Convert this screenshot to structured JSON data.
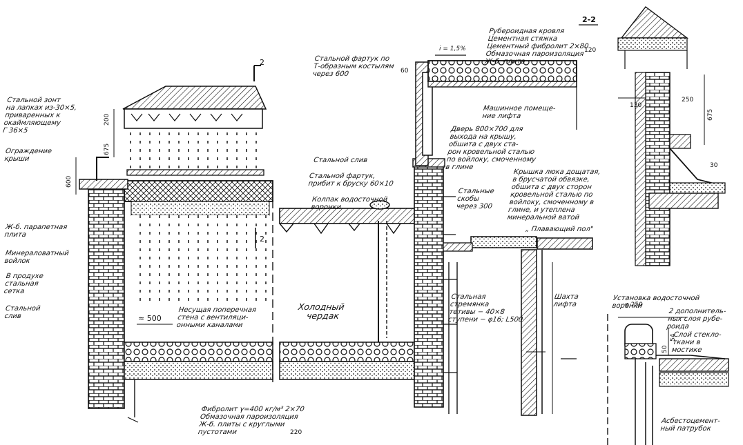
{
  "labels": {
    "steel_canopy": [
      "Стальной зонт",
      "на лапках из-30×5,",
      "приваренных к",
      "окаймляющему",
      "Г 36×5"
    ],
    "roof_guard": [
      "Ограждение",
      "крыши"
    ],
    "parapet_slab": [
      "Ж-б. парапетная",
      "плита"
    ],
    "mineral_felt": [
      "Минераловатный",
      "войлок"
    ],
    "in_cavity": [
      "В продухе",
      "стальная",
      "сетка"
    ],
    "steel_drip": [
      "Стальной",
      "слив"
    ],
    "bearing_wall": [
      "Несущая поперечная",
      "стена с вентиляци-",
      "онными каналами"
    ],
    "cold_attic": [
      "Холодный",
      "чердак"
    ],
    "fibrolite_bottom": [
      "Фибролит γ=400 кг/м³ 2×70",
      "Обмазочная пароизоляция",
      "Ж-б. плиты с круглыми",
      "пустотами"
    ],
    "steel_apron_top": [
      "Стальной фартук по",
      "Т-образным костылям",
      "через 600"
    ],
    "roof_layers": [
      "Рубероидная кровля",
      "Цементная стяжка",
      "Цементный фибролит 2×80",
      "Обмазочная пароизоляция",
      "Ж-б. плита"
    ],
    "machine_room": [
      "Машинное помеще-",
      "ние лифта"
    ],
    "door": [
      "Дверь 800×700 для",
      "выхода на крышу,",
      "обшита с двух ста-",
      "рон кровельной сталью",
      "по войлоку, смоченному",
      "в глине"
    ],
    "steel_drip_mid": [
      "Стальной слив"
    ],
    "steel_apron_mid": [
      "Стальной фартук,",
      "прибит к бруску 60×10"
    ],
    "drain_cap": [
      "Колпак водосточной",
      "воронки"
    ],
    "steel_brackets": [
      "Стальные",
      "скобы",
      "через 300"
    ],
    "hatch_cover": [
      "Крышка люка дощатая,",
      "в брусчатой обвязке,",
      "обшита с двух сторон",
      "кровельной сталью по",
      "войлоку, смоченному в",
      "глине, и утеплена",
      "минеральной ватой"
    ],
    "floating_floor": [
      "„ Плавающий пол\""
    ],
    "steel_ladder": [
      "Стальная",
      "стремянка",
      "тетивы − 40×8",
      "ступени − φ16; L500"
    ],
    "elevator_shaft": [
      "Шахта",
      "лифта"
    ],
    "funnel_install": [
      "Установка водосточной",
      "воронки"
    ],
    "extra_layers": [
      "2 дополнитель-",
      "ных слоя рубе-",
      "роида"
    ],
    "fiberglass_layer": [
      "Слой стекло-",
      "ткани в",
      "мостике"
    ],
    "asbestos_pipe": [
      "Асбестоцемент-",
      "ный патрубок"
    ]
  },
  "section_marks": {
    "section_2_2": "2-2",
    "cut_top": "2",
    "cut_mid": "2"
  },
  "dims": {
    "d200": "200",
    "d675_left": "675",
    "d600": "600",
    "d500": "≈ 500",
    "d220": "220",
    "d120": "120",
    "d60": "60",
    "slope": "i = 1,5%",
    "d130": "130",
    "d250": "250",
    "d675_right": "675",
    "d30": "30",
    "phi250": "φ 250",
    "d54": "54",
    "d50": "50"
  },
  "colors": {
    "ink": "#111111",
    "paper": "#ffffff"
  }
}
